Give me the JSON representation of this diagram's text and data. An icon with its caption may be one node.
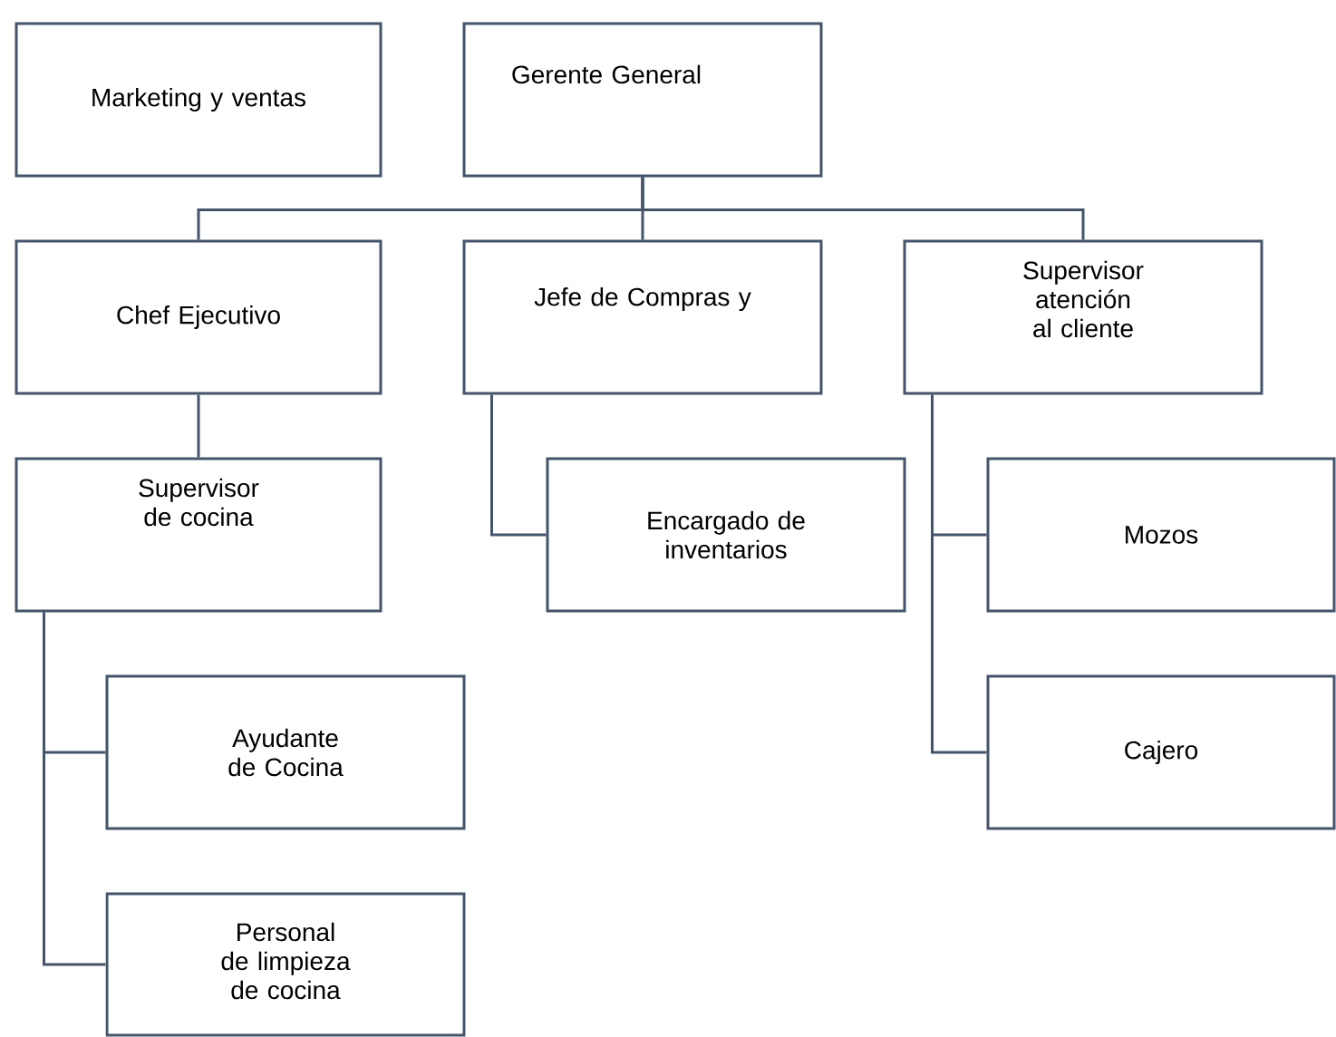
{
  "diagram": {
    "nodes": [
      {
        "text": [
          "Marketing y ventas"
        ]
      },
      {
        "text": [
          "Gerente General"
        ]
      },
      {
        "text": [
          "Chef Ejecutivo"
        ]
      },
      {
        "text": [
          "Jefe de Compras y"
        ]
      },
      {
        "text": [
          "Supervisor atención al cliente"
        ]
      },
      {
        "text": [
          "Supervisor de cocina"
        ]
      },
      {
        "text": [
          "Encargado de inventarios"
        ]
      },
      {
        "text": [
          "Mozos"
        ]
      },
      {
        "text": [
          "Ayudante de Cocina"
        ]
      },
      {
        "text": [
          "Cajero"
        ]
      },
      {
        "text": [
          "Personal de limpieza de cocina"
        ]
      }
    ],
    "edges": [
      {
        "from": 1,
        "to": 2,
        "arrow": "none"
      },
      {
        "from": 1,
        "to": 3,
        "arrow": "none"
      },
      {
        "from": 1,
        "to": 4,
        "arrow": "none"
      },
      {
        "from": 2,
        "to": 5,
        "arrow": "none"
      },
      {
        "from": 3,
        "to": 6,
        "arrow": "none"
      },
      {
        "from": 4,
        "to": 7,
        "arrow": "none"
      },
      {
        "from": 4,
        "to": 9,
        "arrow": "none"
      },
      {
        "from": 5,
        "to": 8,
        "arrow": "none"
      },
      {
        "from": 5,
        "to": 10,
        "arrow": "none"
      }
    ]
  }
}
